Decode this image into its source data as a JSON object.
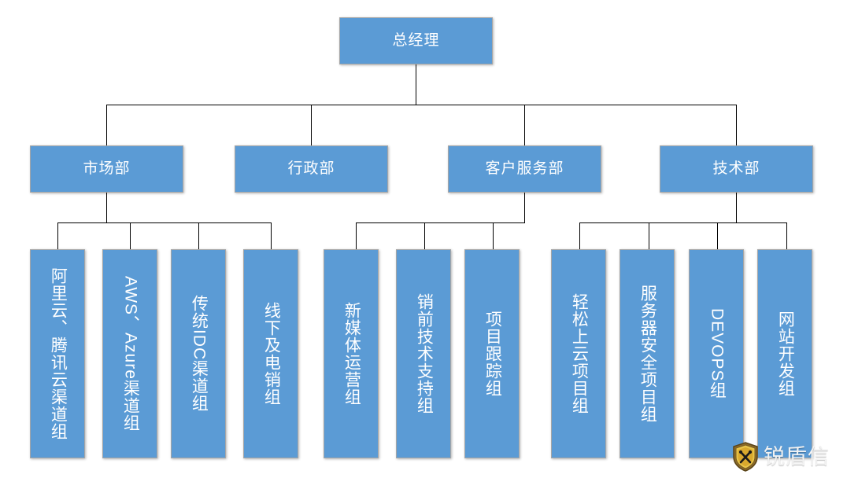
{
  "chart": {
    "type": "org-chart",
    "title": "",
    "colors": {
      "node_fill": "#5B9BD5",
      "node_border": "#A6A6A6",
      "node_text": "#FFFFFF",
      "connector": "#000000",
      "background": "#FFFFFF"
    },
    "root": {
      "label": "总经理",
      "orientation": "horizontal"
    },
    "departments": [
      {
        "id": "marketing",
        "label": "市场部",
        "orientation": "horizontal",
        "children": [
          {
            "id": "ali-tencent-channel",
            "label": "阿里云、腾讯云渠道组",
            "orientation": "vertical",
            "has_latin": false
          },
          {
            "id": "aws-azure-channel",
            "label": "AWS、Azure渠道组",
            "orientation": "vertical",
            "has_latin": true
          },
          {
            "id": "idc-channel",
            "label": "传统IDC渠道组",
            "orientation": "vertical",
            "has_latin": true
          },
          {
            "id": "offline-telesales",
            "label": "线下及电销组",
            "orientation": "vertical",
            "has_latin": false
          }
        ]
      },
      {
        "id": "administration",
        "label": "行政部",
        "orientation": "horizontal",
        "children": []
      },
      {
        "id": "customer-service",
        "label": "客户服务部",
        "orientation": "horizontal",
        "children": [
          {
            "id": "new-media-operations",
            "label": "新媒体运营组",
            "orientation": "vertical",
            "has_latin": false
          },
          {
            "id": "presales-tech-support",
            "label": "销前技术支持组",
            "orientation": "vertical",
            "has_latin": false
          },
          {
            "id": "project-tracking",
            "label": "项目跟踪组",
            "orientation": "vertical",
            "has_latin": false
          }
        ]
      },
      {
        "id": "technology",
        "label": "技术部",
        "orientation": "horizontal",
        "children": [
          {
            "id": "easy-cloud-migration",
            "label": "轻松上云项目组",
            "orientation": "vertical",
            "has_latin": false
          },
          {
            "id": "server-security",
            "label": "服务器安全项目组",
            "orientation": "vertical",
            "has_latin": false
          },
          {
            "id": "devops",
            "label": "DEVOPS组",
            "orientation": "vertical",
            "has_latin": true
          },
          {
            "id": "website-development",
            "label": "网站开发组",
            "orientation": "vertical",
            "has_latin": false
          }
        ]
      }
    ]
  },
  "watermark": {
    "text": "锐盾信",
    "icon": "shield-tools-icon"
  }
}
